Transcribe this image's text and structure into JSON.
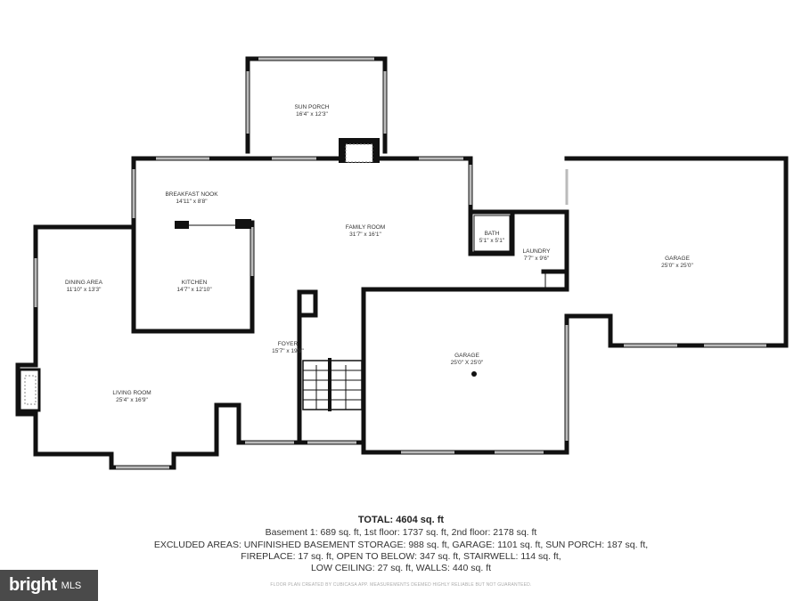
{
  "rooms": [
    {
      "id": "sun-porch",
      "name": "SUN PORCH",
      "dims": "16'4\" x 12'3\""
    },
    {
      "id": "breakfast-nook",
      "name": "BREAKFAST NOOK",
      "dims": "14'11\" x 8'8\""
    },
    {
      "id": "family-room",
      "name": "FAMILY ROOM",
      "dims": "31'7\" x 16'1\""
    },
    {
      "id": "bath",
      "name": "BATH",
      "dims": "5'1\" x 5'1\""
    },
    {
      "id": "laundry",
      "name": "LAUNDRY",
      "dims": "7'7\" x 9'6\""
    },
    {
      "id": "garage-right",
      "name": "GARAGE",
      "dims": "25'0\" x 25'0\""
    },
    {
      "id": "dining-area",
      "name": "DINING AREA",
      "dims": "11'10\" x 13'3\""
    },
    {
      "id": "kitchen",
      "name": "KITCHEN",
      "dims": "14'7\" x 12'10\""
    },
    {
      "id": "foyer",
      "name": "FOYER",
      "dims": "15'7\" x 19'9\""
    },
    {
      "id": "garage-center",
      "name": "GARAGE",
      "dims": "25'0\" X 25'0\""
    },
    {
      "id": "living-room",
      "name": "LIVING ROOM",
      "dims": "25'4\" x 16'9\""
    }
  ],
  "summary": {
    "total": "TOTAL: 4604 sq. ft",
    "line1": "Basement 1: 689 sq. ft, 1st floor: 1737 sq. ft, 2nd floor: 2178 sq. ft",
    "line2": "EXCLUDED AREAS: UNFINISHED BASEMENT STORAGE: 988 sq. ft, GARAGE: 1101 sq. ft, SUN PORCH: 187 sq. ft,",
    "line3": "FIREPLACE: 17 sq. ft, OPEN TO BELOW: 347 sq. ft, STAIRWELL: 114 sq. ft,",
    "line4": "LOW CEILING: 27 sq. ft, WALLS: 440 sq. ft",
    "disclaimer": "FLOOR PLAN CREATED BY CUBICASA APP. MEASUREMENTS DEEMED HIGHLY RELIABLE BUT NOT GUARANTEED."
  },
  "logo": {
    "brand": "bright",
    "suffix": "MLS"
  },
  "colors": {
    "wall": "#111111",
    "window": "#bbbbbb",
    "logo_bg": "#4a4a4a"
  }
}
